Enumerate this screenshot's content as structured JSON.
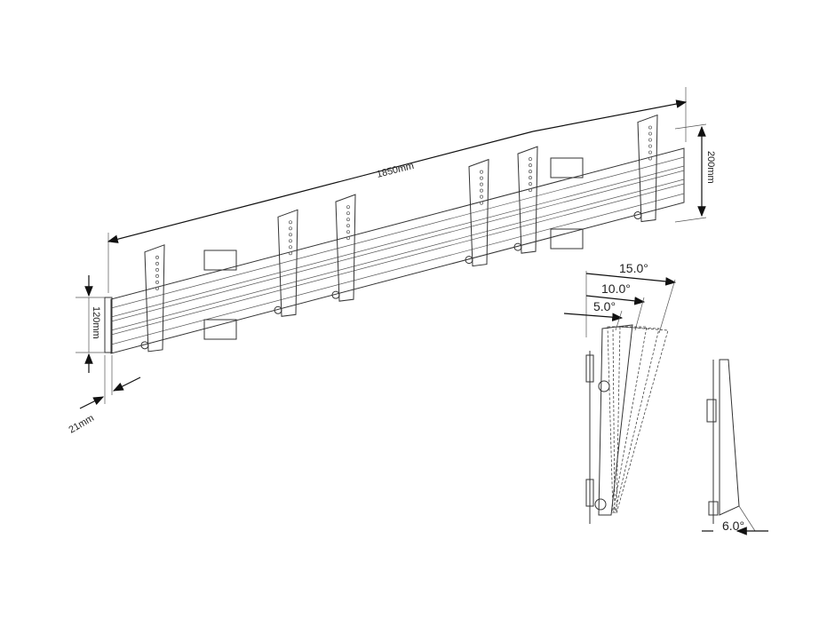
{
  "dimensions": {
    "length": "1850mm",
    "height_right": "200mm",
    "height_left": "120mm",
    "depth": "21mm"
  },
  "tilt_angles": [
    "15.0°",
    "10.0°",
    "5.0°"
  ],
  "side_angle": "6.0°"
}
